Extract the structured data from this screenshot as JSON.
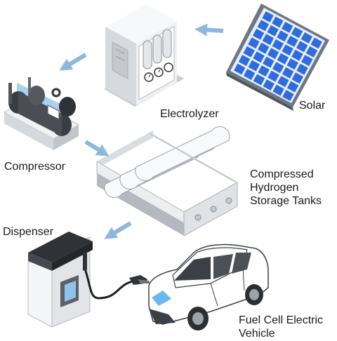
{
  "labels": {
    "solar": "Solar",
    "electrolyzer": "Electrolyzer",
    "compressor": "Compressor",
    "tanks": [
      "Compressed",
      "Hydrogen",
      "Storage Tanks"
    ],
    "dispenser": "Dispenser",
    "vehicle": [
      "Fuel Cell Electric",
      "Vehicle"
    ]
  },
  "colors": {
    "arrow": "#8db7dd",
    "solar_cell": "#2f6ce0",
    "panel_frame": "#6e7885",
    "equipment_body": "#e7e9ec",
    "equipment_dark": "#3a3d42",
    "accent_blue": "#9fc7ec"
  }
}
